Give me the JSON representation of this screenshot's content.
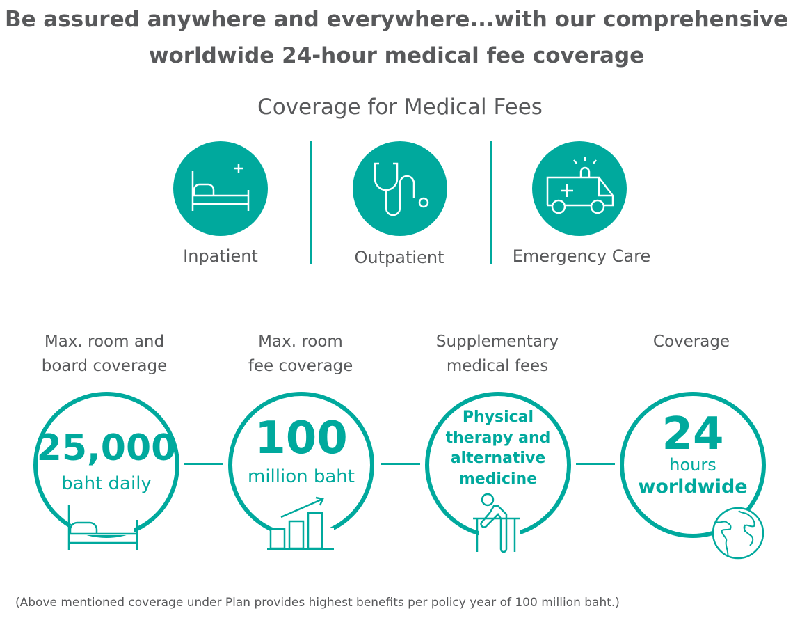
{
  "header": {
    "title_line1": "Be assured anywhere and everywhere...with our comprehensive",
    "title_line2": "worldwide 24-hour medical fee coverage",
    "subtitle": "Coverage for Medical Fees"
  },
  "coverage_types": [
    {
      "label": "Inpatient",
      "icon": "hospital-bed-icon"
    },
    {
      "label": "Outpatient",
      "icon": "stethoscope-icon"
    },
    {
      "label": "Emergency Care",
      "icon": "ambulance-icon"
    }
  ],
  "benefits": [
    {
      "heading_line1": "Max. room and",
      "heading_line2": "board coverage",
      "value": "25,000",
      "unit": "baht daily",
      "icon": "bed-icon"
    },
    {
      "heading_line1": "Max. room",
      "heading_line2": "fee coverage",
      "value": "100",
      "unit": "million baht",
      "icon": "bar-chart-growth-icon"
    },
    {
      "heading_line1": "Supplementary",
      "heading_line2": "medical fees",
      "text_lines": [
        "Physical",
        "therapy and",
        "alternative",
        "medicine"
      ],
      "icon": "physical-therapy-icon"
    },
    {
      "heading_line1": "Coverage",
      "value": "24",
      "unit": "hours",
      "unit2": "worldwide",
      "icon": "globe-icon"
    }
  ],
  "footnote": "(Above mentioned coverage under Plan provides highest benefits per policy year of 100 million baht.)",
  "colors": {
    "accent": "#00a99d",
    "text": "#58595b"
  }
}
